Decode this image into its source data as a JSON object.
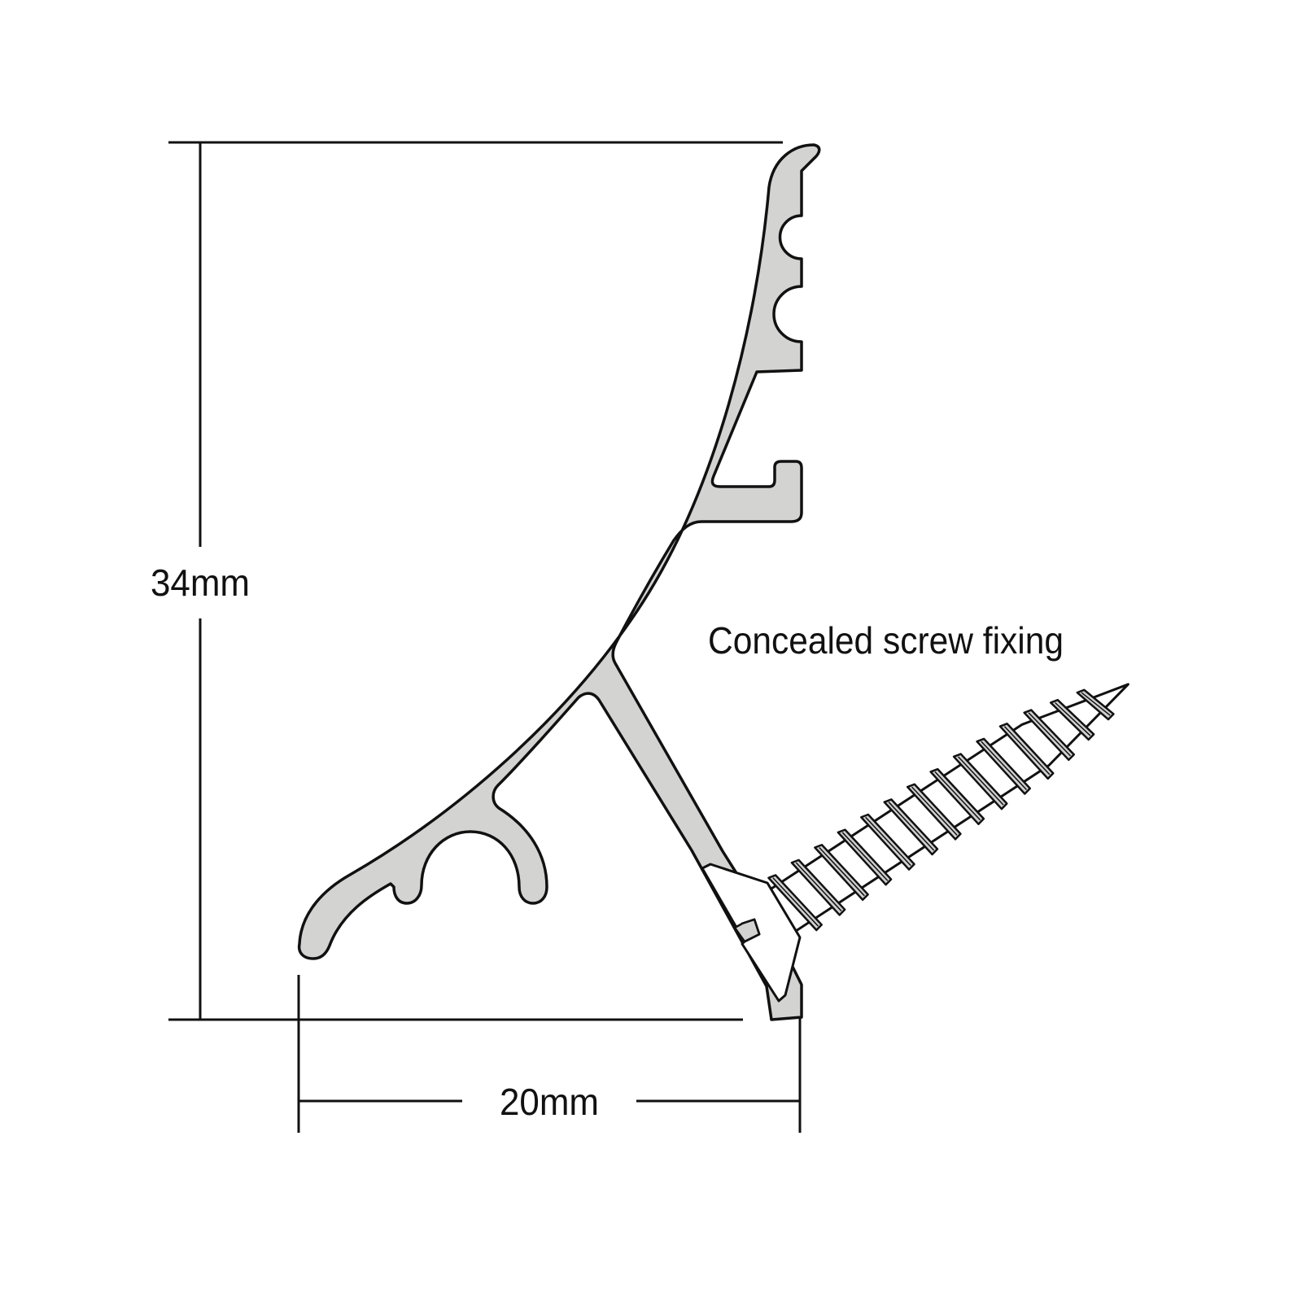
{
  "dimensions": {
    "height_label": "34mm",
    "width_label": "20mm"
  },
  "annotation": "Concealed screw fixing",
  "colors": {
    "profile_fill": "#d3d3d1",
    "outline": "#111111",
    "screw_fill": "#ffffff",
    "thread_fill": "#cfcfcf"
  }
}
